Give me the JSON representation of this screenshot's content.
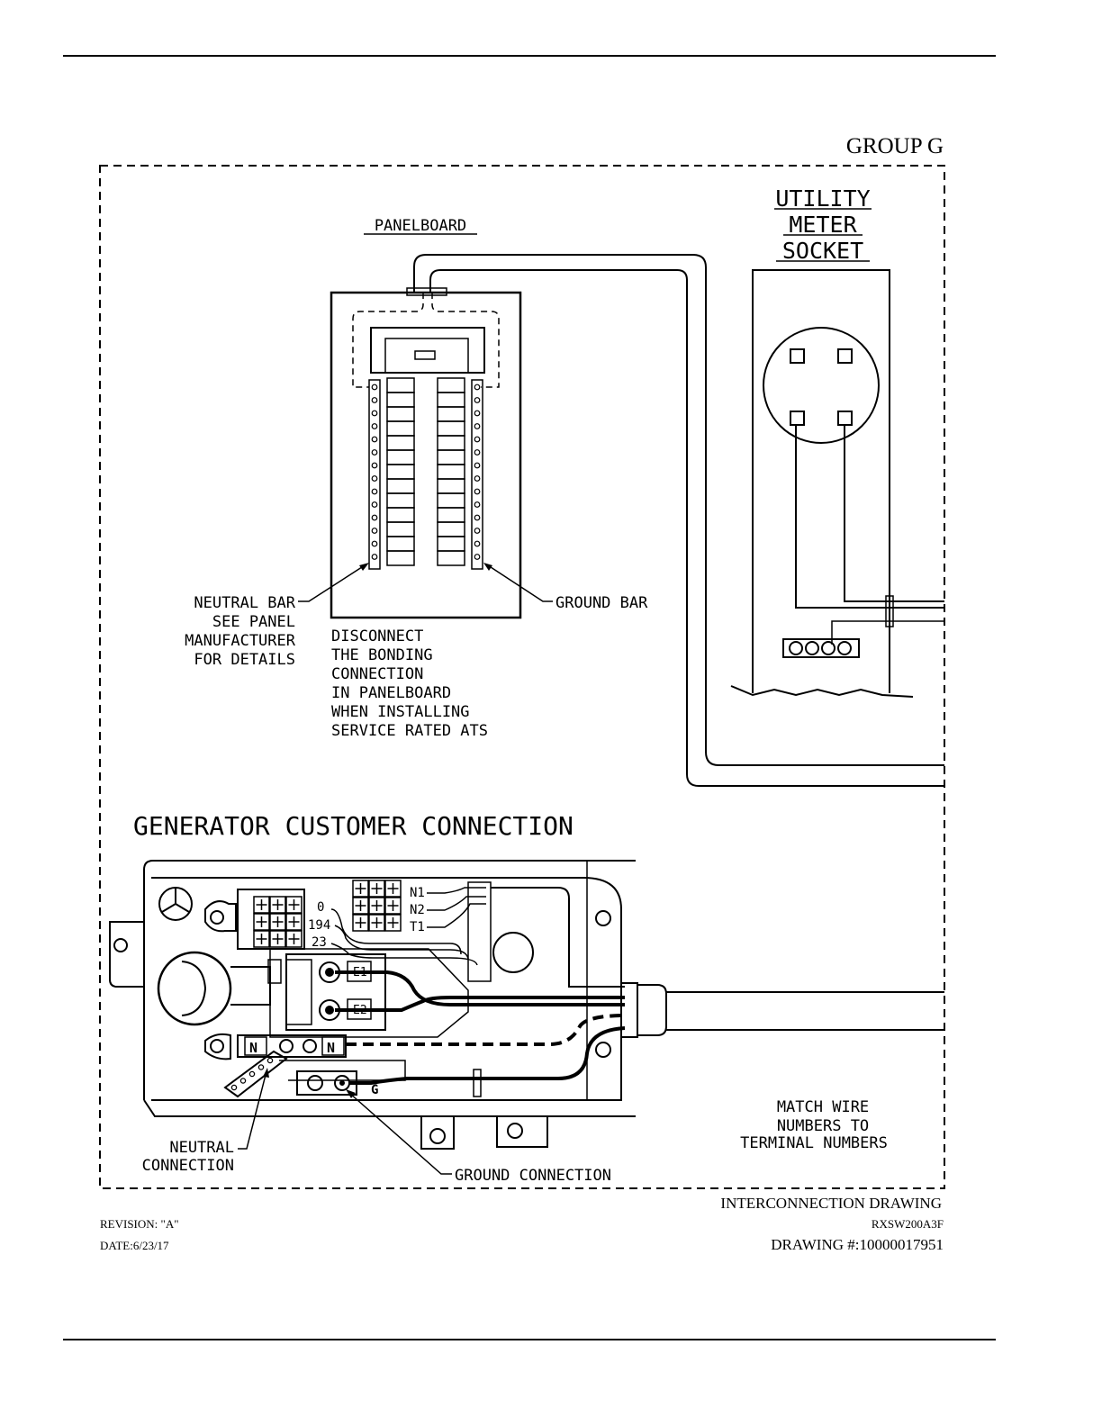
{
  "header": {
    "group_label": "GROUP G"
  },
  "panelboard": {
    "title": "PANELBOARD",
    "neutral_bar_label": [
      "NEUTRAL BAR",
      "SEE PANEL",
      "MANUFACTURER",
      "FOR DETAILS"
    ],
    "ground_bar_label": "GROUND BAR",
    "disconnect_note": [
      "DISCONNECT",
      "THE BONDING",
      "CONNECTION",
      "IN PANELBOARD",
      "WHEN INSTALLING",
      "SERVICE RATED ATS"
    ]
  },
  "meter": {
    "title": [
      "UTILITY",
      "METER",
      "SOCKET"
    ]
  },
  "generator": {
    "title": "GENERATOR CUSTOMER CONNECTION",
    "control_terminals": [
      "0",
      "194",
      "23"
    ],
    "ats_terminals": [
      "N1",
      "N2",
      "T1"
    ],
    "power_terminals": [
      "E1",
      "E2"
    ],
    "neutral_terminal": "N",
    "ground_terminal": "G",
    "neutral_connection": [
      "NEUTRAL",
      "CONNECTION"
    ],
    "ground_connection": "GROUND CONNECTION",
    "match_note": [
      "MATCH WIRE",
      "NUMBERS TO",
      "TERMINAL NUMBERS"
    ]
  },
  "footer": {
    "drawing_type": "INTERCONNECTION DRAWING",
    "model": "RXSW200A3F",
    "revision": "REVISION: \"A\"",
    "date": "DATE:6/23/17",
    "drawing_number": "DRAWING #:10000017951"
  }
}
